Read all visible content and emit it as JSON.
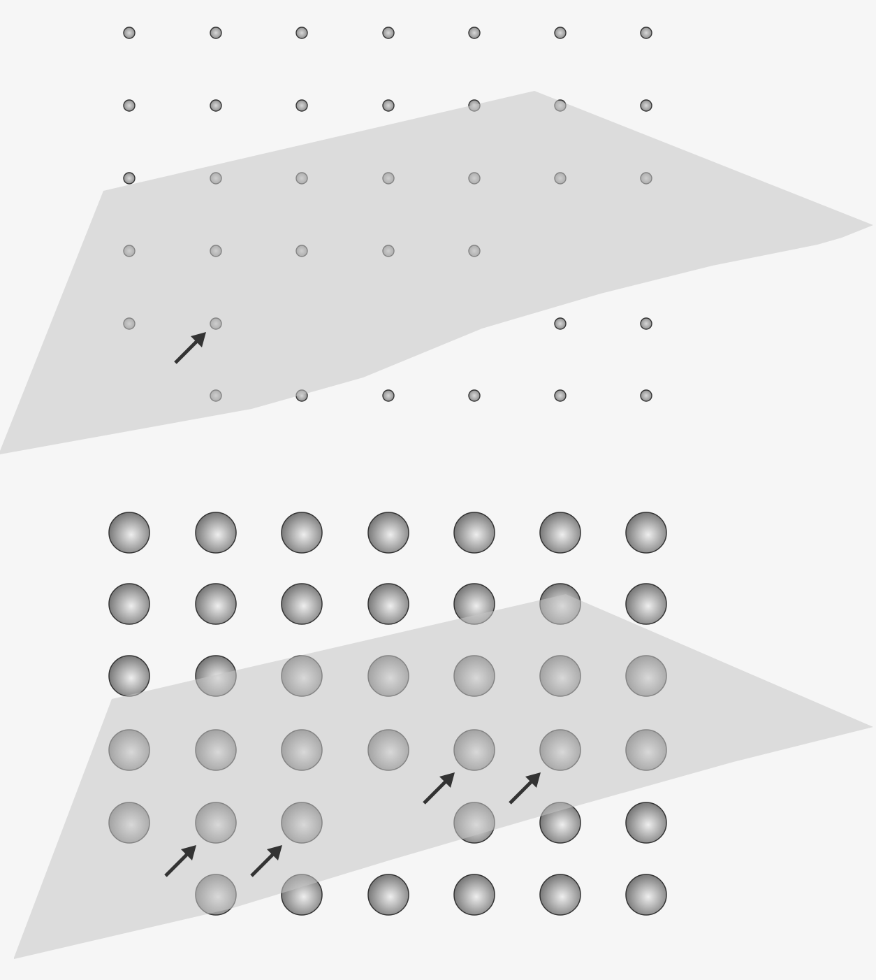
{
  "figure": {
    "panels": [
      {
        "id": "small-atom-lattice",
        "atom_style": "small",
        "rows": [
          [
            1,
            1,
            1,
            1,
            1,
            1,
            1
          ],
          [
            1,
            1,
            1,
            1,
            1,
            1,
            1
          ],
          [
            1,
            1,
            1,
            1,
            1,
            1,
            1
          ],
          [
            1,
            1,
            1,
            1,
            1,
            0,
            0
          ],
          [
            1,
            1,
            0,
            0,
            0,
            1,
            1
          ],
          [
            0,
            1,
            1,
            1,
            1,
            1,
            1
          ]
        ],
        "arrows_at": [
          [
            4,
            1
          ]
        ]
      },
      {
        "id": "large-atom-lattice",
        "atom_style": "large",
        "rows": [
          [
            1,
            1,
            1,
            1,
            1,
            1,
            1
          ],
          [
            1,
            1,
            1,
            1,
            1,
            1,
            1
          ],
          [
            1,
            1,
            1,
            1,
            1,
            1,
            1
          ],
          [
            1,
            1,
            1,
            1,
            1,
            1,
            1
          ],
          [
            1,
            1,
            1,
            0,
            1,
            1,
            1
          ],
          [
            0,
            1,
            1,
            1,
            1,
            1,
            1
          ]
        ],
        "arrows_at": [
          [
            4,
            1
          ],
          [
            4,
            2
          ],
          [
            3,
            4
          ],
          [
            3,
            5
          ]
        ]
      }
    ],
    "colors": {
      "background": "#f6f6f6",
      "plane": "#c7c7c7",
      "atom_edge": "#333333",
      "atom_fill_dark": "#7a7a7a",
      "atom_fill_light": "#e4e4e4",
      "arrow": "#333333"
    }
  }
}
